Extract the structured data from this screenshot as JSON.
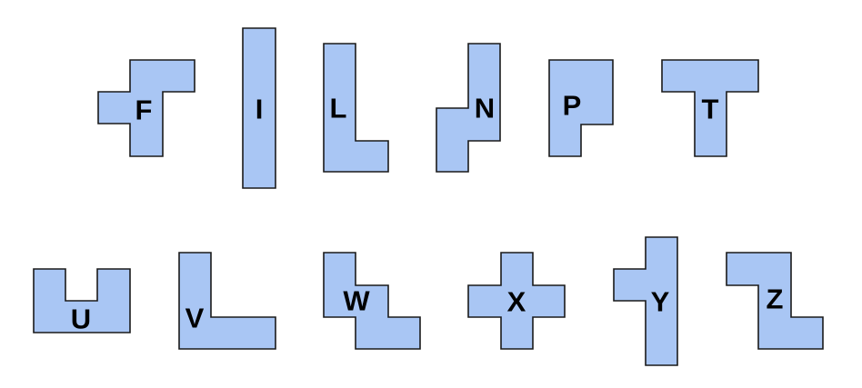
{
  "pieces": [
    {
      "letter": "F",
      "fill": "#a9c6f4"
    },
    {
      "letter": "I",
      "fill": "#a9c6f4"
    },
    {
      "letter": "L",
      "fill": "#a9c6f4"
    },
    {
      "letter": "N",
      "fill": "#a9c6f4"
    },
    {
      "letter": "P",
      "fill": "#a9c6f4"
    },
    {
      "letter": "T",
      "fill": "#a9c6f4"
    },
    {
      "letter": "U",
      "fill": "#a9c6f4"
    },
    {
      "letter": "V",
      "fill": "#a9c6f4"
    },
    {
      "letter": "W",
      "fill": "#a9c6f4"
    },
    {
      "letter": "X",
      "fill": "#a9c6f4"
    },
    {
      "letter": "Y",
      "fill": "#a9c6f4"
    },
    {
      "letter": "Z",
      "fill": "#a9c6f4"
    }
  ]
}
